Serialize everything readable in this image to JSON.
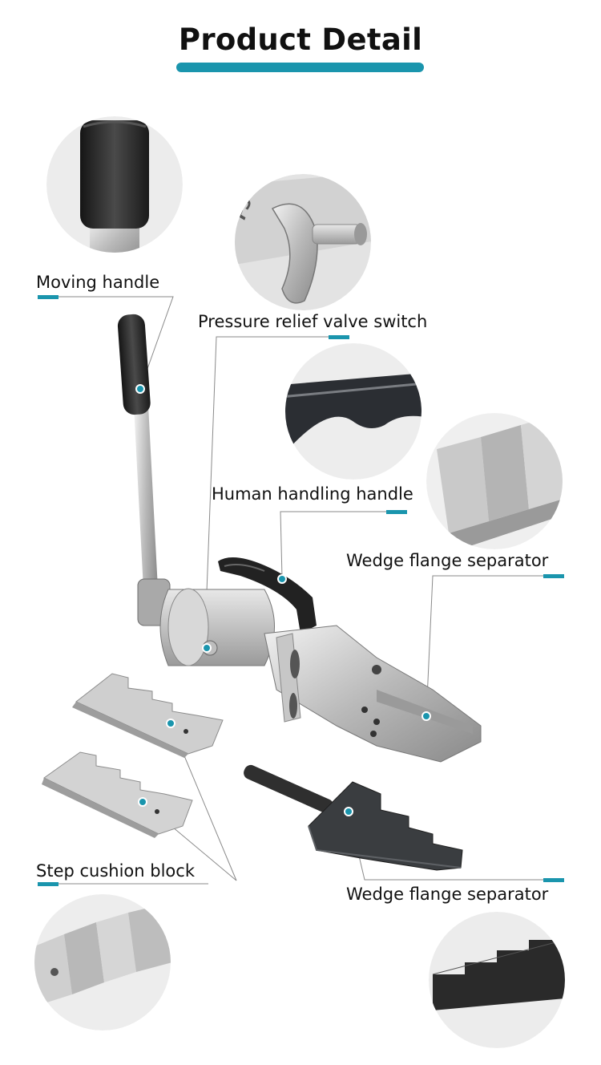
{
  "title": "Product Detail",
  "accent_color": "#1a95ad",
  "labels": {
    "moving_handle": "Moving handle",
    "pressure_relief": "Pressure relief valve switch",
    "human_handling": "Human handling handle",
    "wedge_top": "Wedge flange separator",
    "step_cushion": "Step cushion block",
    "wedge_bottom": "Wedge flange separator"
  }
}
